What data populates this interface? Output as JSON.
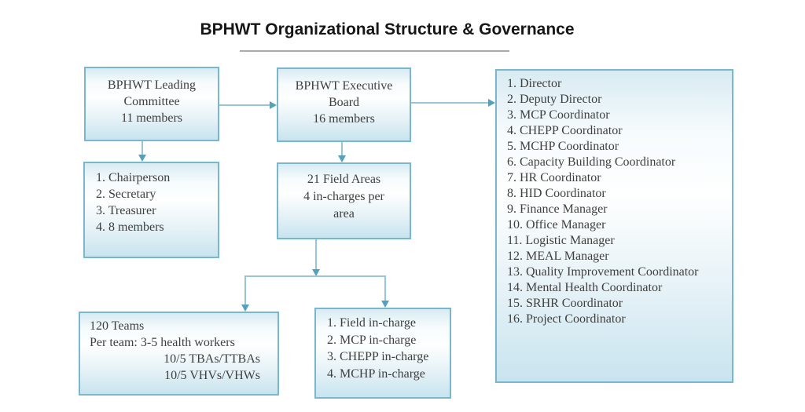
{
  "title": {
    "text": "BPHWT Organizational Structure & Governance"
  },
  "colors": {
    "box_border": "#79b8cc",
    "box_fill_top": "#d8ebf2",
    "box_fill_bottom": "#c8e4ef",
    "line": "#98c6d8",
    "arrowhead": "#54a1bd",
    "text": "#3f3f3f",
    "title_text": "#161616",
    "underline": "#ababab"
  },
  "boxes": {
    "leading_committee": {
      "lines": [
        "BPHWT Leading",
        "Committee",
        "11 members"
      ]
    },
    "executive_board": {
      "lines": [
        "BPHWT Executive",
        "Board",
        "16 members"
      ]
    },
    "executive_roles": {
      "items": [
        "1. Director",
        "2. Deputy Director",
        "3. MCP Coordinator",
        "4. CHEPP Coordinator",
        "5. MCHP Coordinator",
        "6. Capacity Building Coordinator",
        "7. HR Coordinator",
        "8. HID Coordinator",
        "9. Finance Manager",
        "10. Office Manager",
        "11. Logistic Manager",
        "12. MEAL Manager",
        "13. Quality Improvement Coordinator",
        "14. Mental Health Coordinator",
        "15. SRHR Coordinator",
        "16. Project Coordinator"
      ]
    },
    "leading_roles": {
      "items": [
        "1. Chairperson",
        "2. Secretary",
        "3. Treasurer",
        "4. 8 members"
      ]
    },
    "field_areas": {
      "lines": [
        "21 Field Areas",
        "4 in-charges per",
        "area"
      ]
    },
    "teams": {
      "lines": [
        "120 Teams",
        "Per team: 3-5 health workers",
        "10/5 TBAs/TTBAs",
        "10/5 VHVs/VHWs"
      ]
    },
    "field_incharges": {
      "items": [
        "1. Field in-charge",
        "2. MCP in-charge",
        "3. CHEPP in-charge",
        "4. MCHP in-charge"
      ]
    }
  }
}
